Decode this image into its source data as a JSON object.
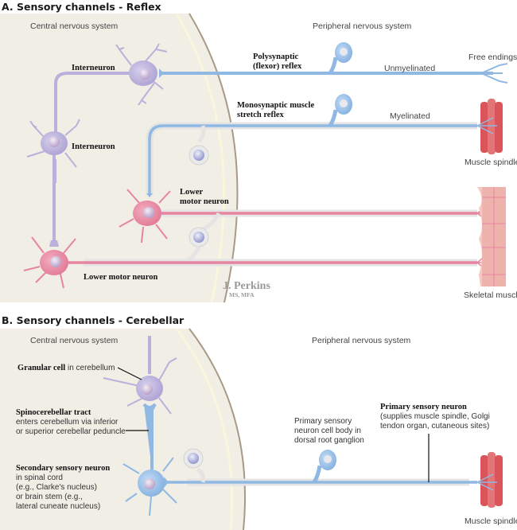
{
  "panel_a": {
    "title": "A. Sensory channels - Reflex",
    "region_cns": "Central nervous system",
    "region_pns": "Peripheral nervous system",
    "labels": {
      "interneuron_top": "Interneuron",
      "interneuron_left": "Interneuron",
      "polysynaptic_1": "Polysynaptic",
      "polysynaptic_2": "(flexor) reflex",
      "unmyelinated": "Unmyelinated",
      "free_endings": "Free endings",
      "monosynaptic_1": "Monosynaptic muscle",
      "monosynaptic_2": "stretch reflex",
      "myelinated": "Myelinated",
      "muscle_spindle": "Muscle spindle",
      "lower_motor_1": "Lower",
      "lower_motor_2": "motor neuron",
      "lower_motor_bottom": "Lower motor neuron",
      "skeletal_muscle": "Skeletal muscle"
    },
    "signature": {
      "name": "J. Perkins",
      "credentials": "MS, MFA"
    }
  },
  "panel_b": {
    "title": "B. Sensory channels - Cerebellar",
    "region_cns": "Central nervous system",
    "region_pns": "Peripheral nervous system",
    "labels": {
      "granular_bold": "Granular cell",
      "granular_rest": " in cerebellum",
      "spino_bold": "Spinocerebellar tract",
      "spino_2": "enters cerebellum via inferior",
      "spino_3": "or superior cerebellar peduncle",
      "secondary_bold": "Secondary sensory neuron",
      "secondary_2": "in spinal cord",
      "secondary_3": "(e.g., Clarke's nucleus)",
      "secondary_4": "or brain stem (e.g.,",
      "secondary_5": "lateral cuneate nucleus)",
      "primary_body_1": "Primary sensory",
      "primary_body_2": "neuron cell body in",
      "primary_body_3": "dorsal root ganglion",
      "primary_bold": "Primary sensory neuron",
      "primary_2": "(supplies muscle spindle, Golgi",
      "primary_3": "tendon organ, cutaneous sites)",
      "muscle_spindle": "Muscle spindle"
    }
  },
  "colors": {
    "cns_fill": "#f1eee6",
    "cns_edge": "#a89a86",
    "sensory_blue": "#8fb9e3",
    "interneuron_purple": "#b9b1db",
    "motor_pink": "#e7849f",
    "muscle_red": "#d9555a",
    "skeletal_pink": "#efb3ad",
    "myelin": "#e6e6e6"
  }
}
